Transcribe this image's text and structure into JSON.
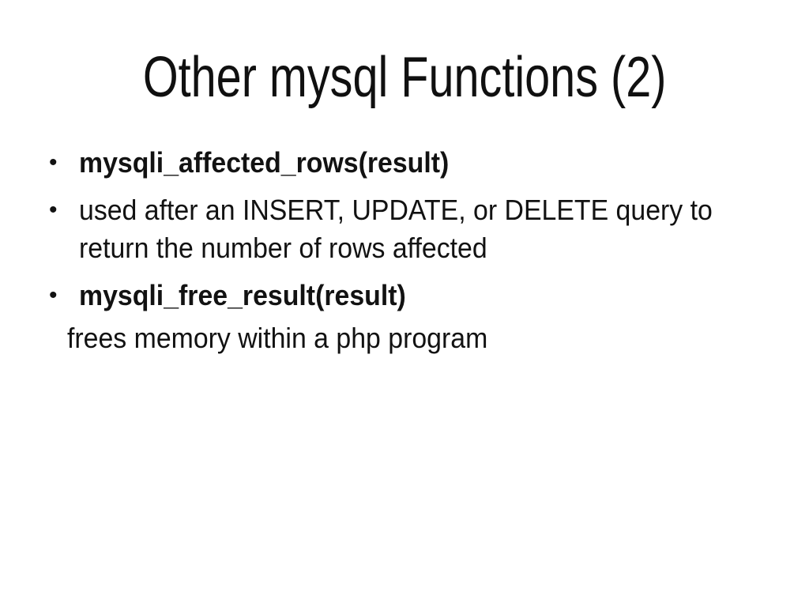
{
  "slide": {
    "title": "Other mysql Functions (2)",
    "bullet_char": "•",
    "bullets": [
      {
        "text": "mysqli_affected_rows(result)"
      },
      {
        "text": "used after an INSERT, UPDATE, or DELETE query to return the number of rows affected"
      },
      {
        "text": "mysqli_free_result(result)"
      },
      {
        "text": "frees memory within a php program"
      }
    ],
    "colors": {
      "background": "#ffffff",
      "text": "#121212"
    }
  }
}
